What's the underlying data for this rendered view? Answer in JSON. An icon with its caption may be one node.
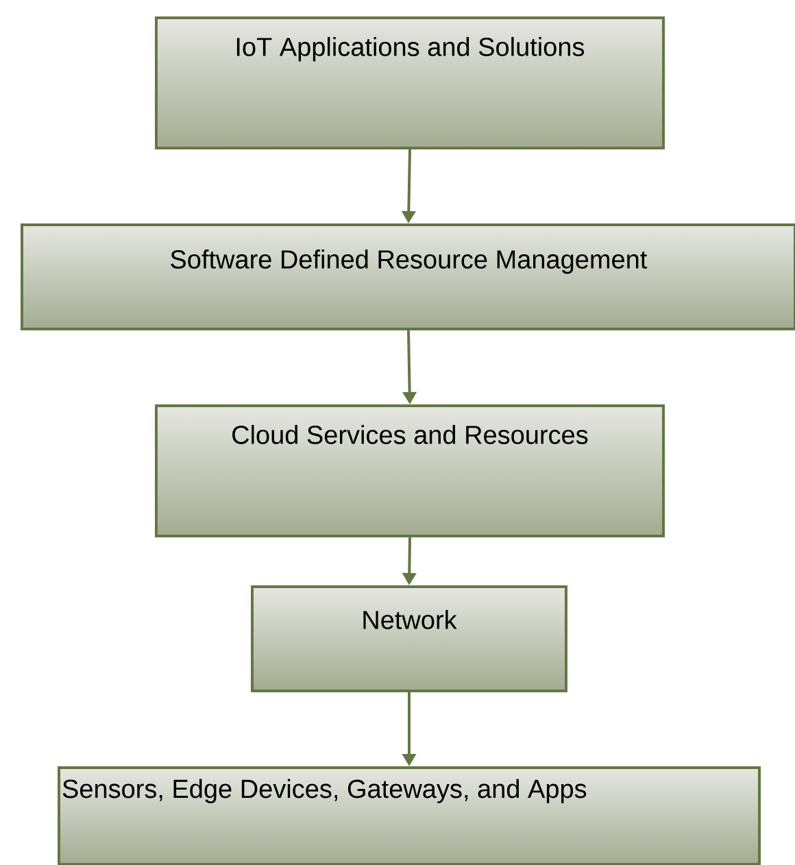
{
  "diagram": {
    "nodes": [
      {
        "text": [
          "IoT Applications and Solutions"
        ]
      },
      {
        "text": [
          "Software Defined Resource Management"
        ]
      },
      {
        "text": [
          "Cloud Services and Resources"
        ]
      },
      {
        "text": [
          "Network"
        ]
      },
      {
        "text": [
          "Sensors, Edge Devices, Gateways, and Apps"
        ]
      }
    ],
    "edges": [
      {
        "from": 0,
        "to": 1,
        "arrow": "to"
      },
      {
        "from": 1,
        "to": 2,
        "arrow": "to"
      },
      {
        "from": 2,
        "to": 3,
        "arrow": "to"
      },
      {
        "from": 3,
        "to": 4,
        "arrow": "to"
      }
    ]
  }
}
